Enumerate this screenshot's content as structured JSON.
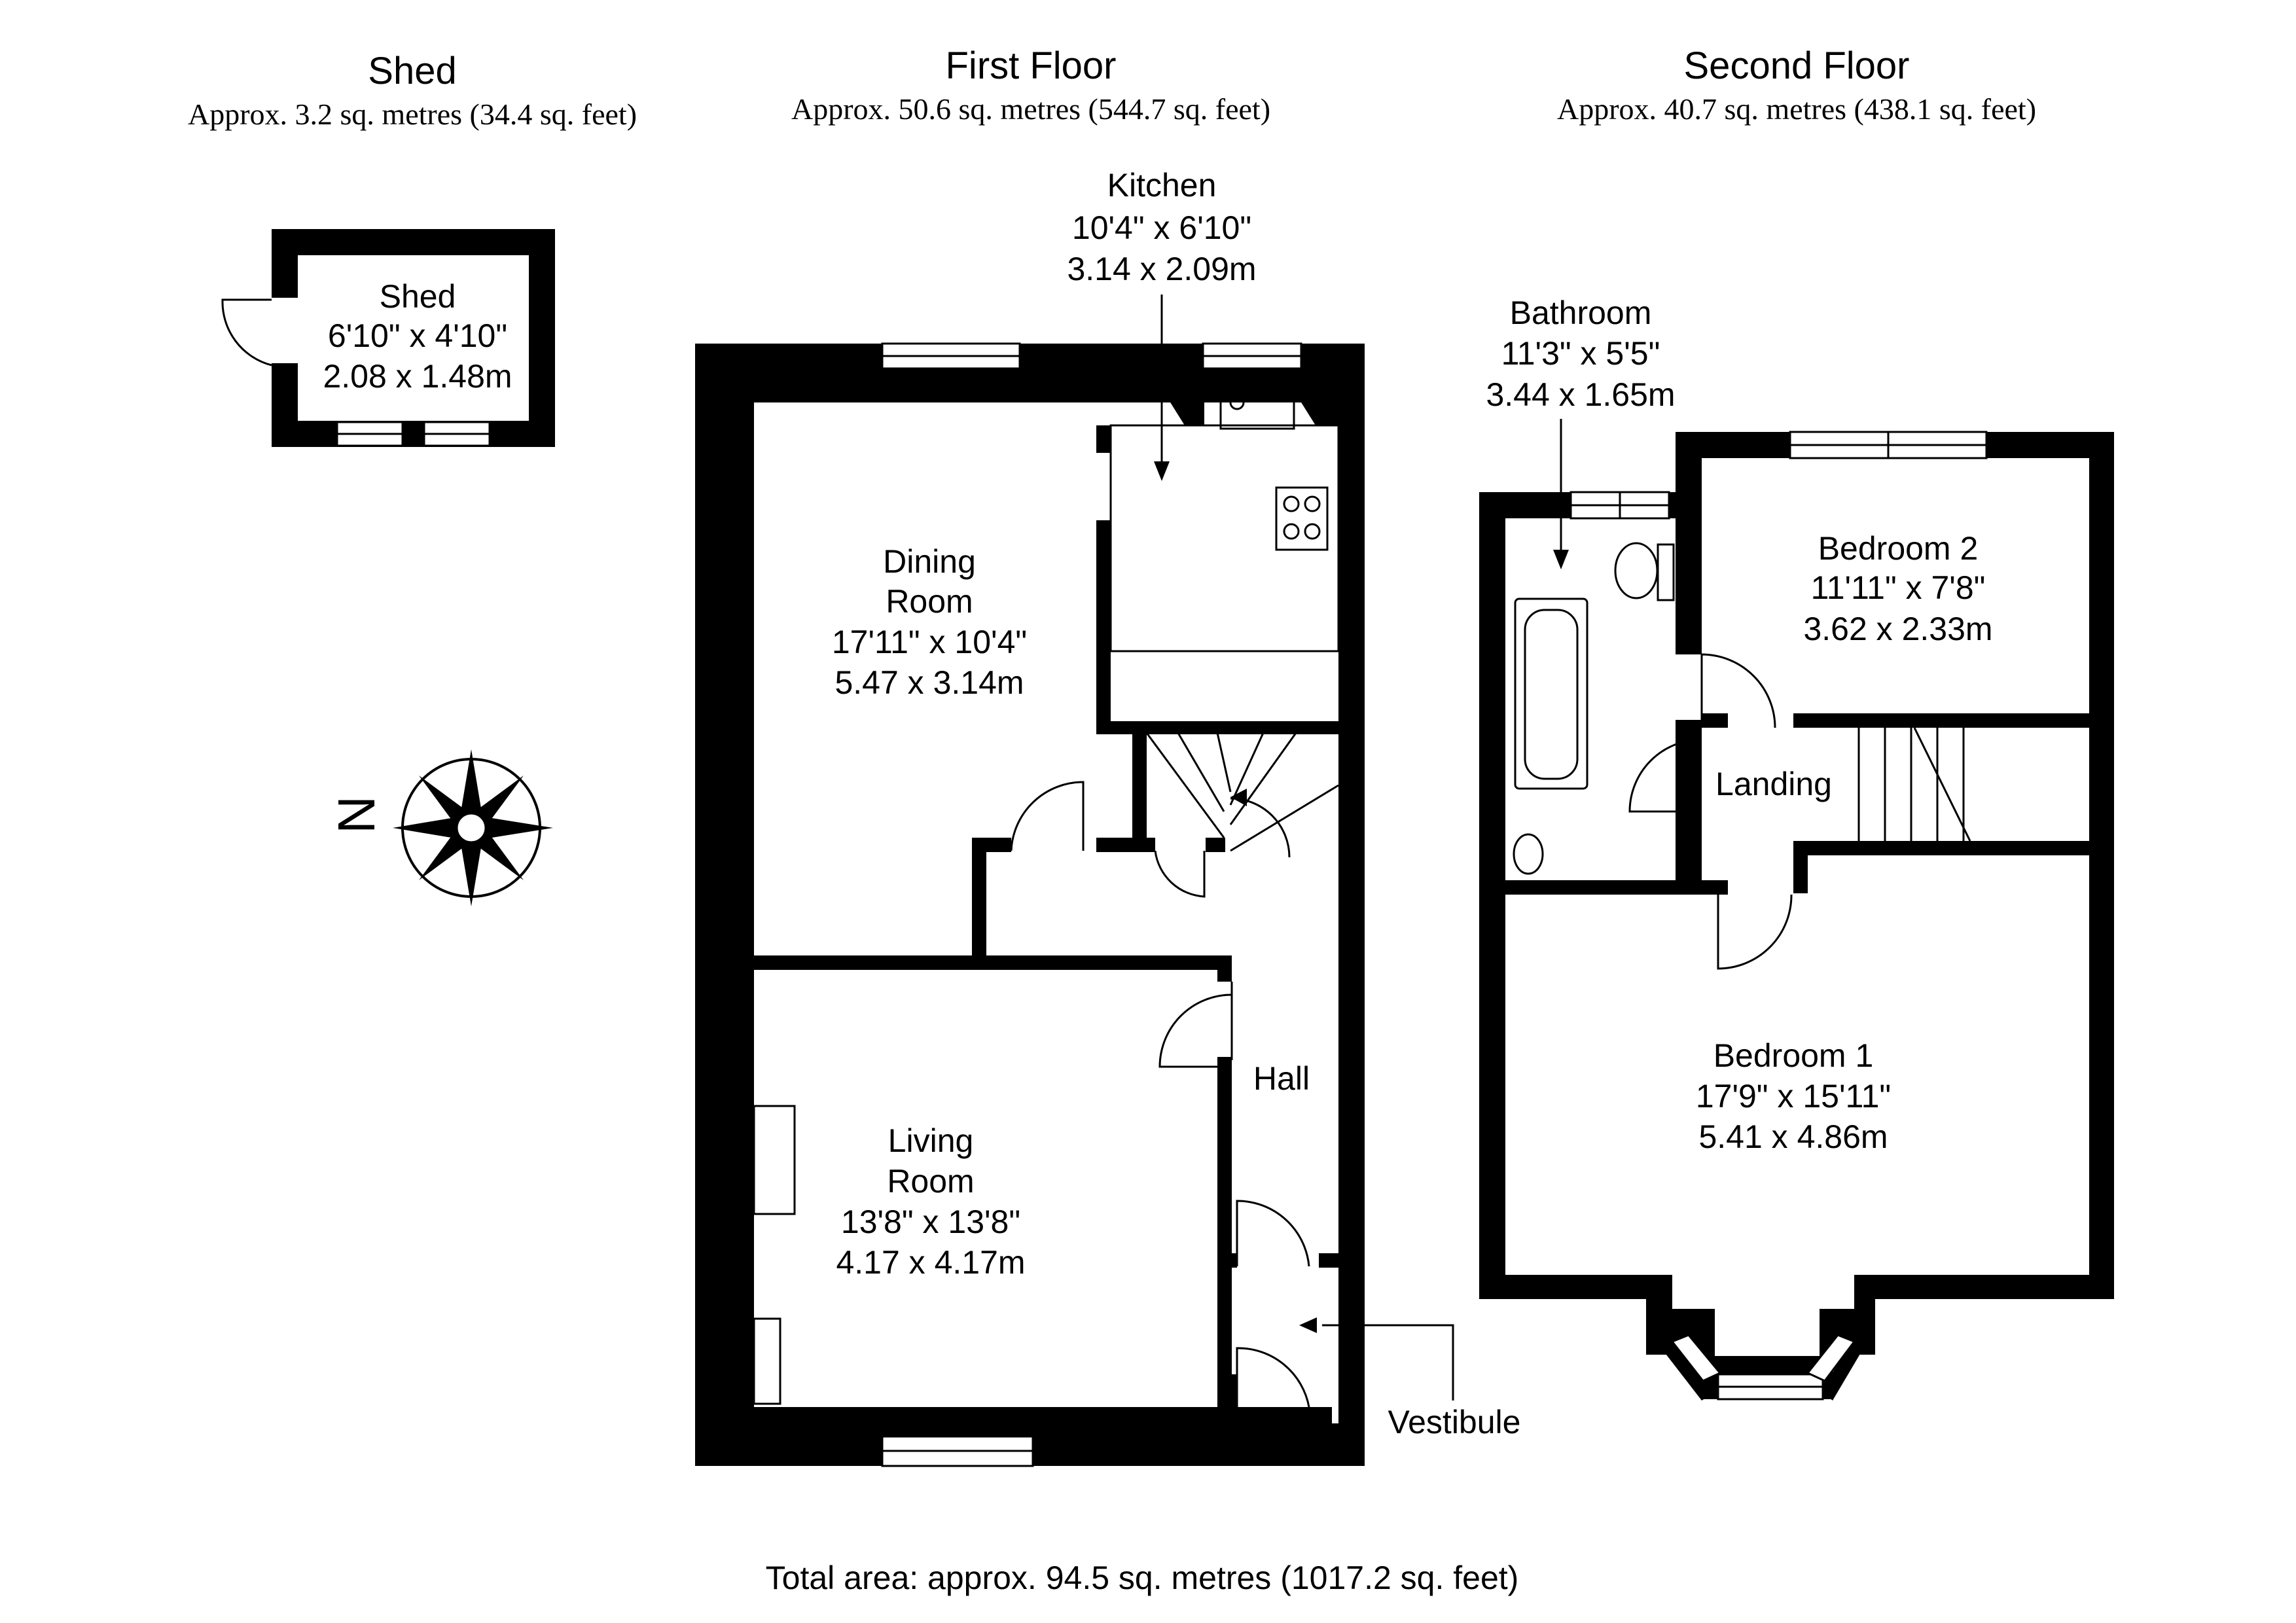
{
  "sections": [
    {
      "title": "Shed",
      "area": "Approx. 3.2 sq. metres (34.4 sq. feet)"
    },
    {
      "title": "First Floor",
      "area": "Approx. 50.6 sq. metres (544.7 sq. feet)"
    },
    {
      "title": "Second Floor",
      "area": "Approx. 40.7 sq. metres (438.1 sq. feet)"
    }
  ],
  "rooms": {
    "shed": {
      "name": "Shed",
      "imperial": "6'10\" x 4'10\"",
      "metric": "2.08 x 1.48m"
    },
    "kitchen": {
      "name": "Kitchen",
      "imperial": "10'4\" x 6'10\"",
      "metric": "3.14 x 2.09m"
    },
    "dining": {
      "name1": "Dining",
      "name2": "Room",
      "imperial": "17'11\" x 10'4\"",
      "metric": "5.47 x 3.14m"
    },
    "living": {
      "name1": "Living",
      "name2": "Room",
      "imperial": "13'8\" x 13'8\"",
      "metric": "4.17 x 4.17m"
    },
    "hall": {
      "name": "Hall"
    },
    "vestibule": {
      "name": "Vestibule"
    },
    "bathroom": {
      "name": "Bathroom",
      "imperial": "11'3\" x 5'5\"",
      "metric": "3.44 x 1.65m"
    },
    "bedroom2": {
      "name": "Bedroom 2",
      "imperial": "11'11\" x 7'8\"",
      "metric": "3.62 x 2.33m"
    },
    "landing": {
      "name": "Landing"
    },
    "bedroom1": {
      "name": "Bedroom 1",
      "imperial": "17'9\" x 15'11\"",
      "metric": "5.41 x 4.86m"
    }
  },
  "compass": {
    "label": "N",
    "icon": "compass-rose-icon"
  },
  "total_area": "Total area: approx. 94.5 sq. metres (1017.2 sq. feet)"
}
